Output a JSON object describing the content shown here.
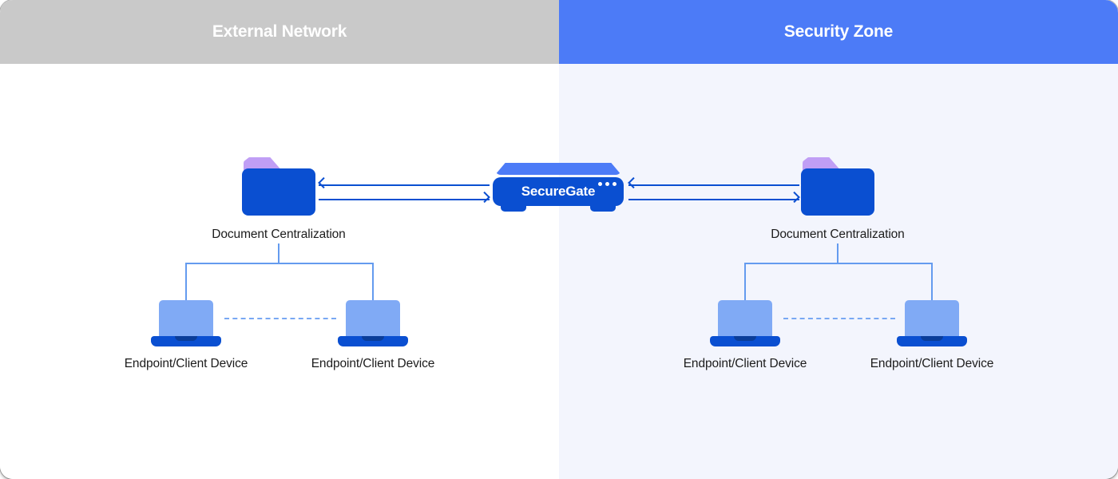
{
  "header": {
    "external_title": "External Network",
    "security_title": "Security Zone"
  },
  "gateway": {
    "label": "SecureGate",
    "status_dots_count": 3
  },
  "diagram": {
    "external": {
      "folder_label": "Document Centralization",
      "endpoint_left_label": "Endpoint/Client Device",
      "endpoint_right_label": "Endpoint/Client Device"
    },
    "security": {
      "folder_label": "Document Centralization",
      "endpoint_left_label": "Endpoint/Client Device",
      "endpoint_right_label": "Endpoint/Client Device"
    }
  },
  "icons": {
    "folder": "folder-icon",
    "laptop": "laptop-icon",
    "gateway": "router-icon",
    "status_dots": "status-dots-icon"
  },
  "colors": {
    "header_gray": "#c9c9c9",
    "header_blue": "#4c7bf7",
    "zone_right_bg": "#f3f5fd",
    "primary_blue": "#0a4fd1",
    "laptop_screen": "#80aaf5",
    "laptop_notch": "#0a3d99",
    "folder_tab_purple": "#c09ef5",
    "connector_blue": "#649bef",
    "dashed_blue": "#78a8f3",
    "label_text": "#1c1c1c"
  }
}
